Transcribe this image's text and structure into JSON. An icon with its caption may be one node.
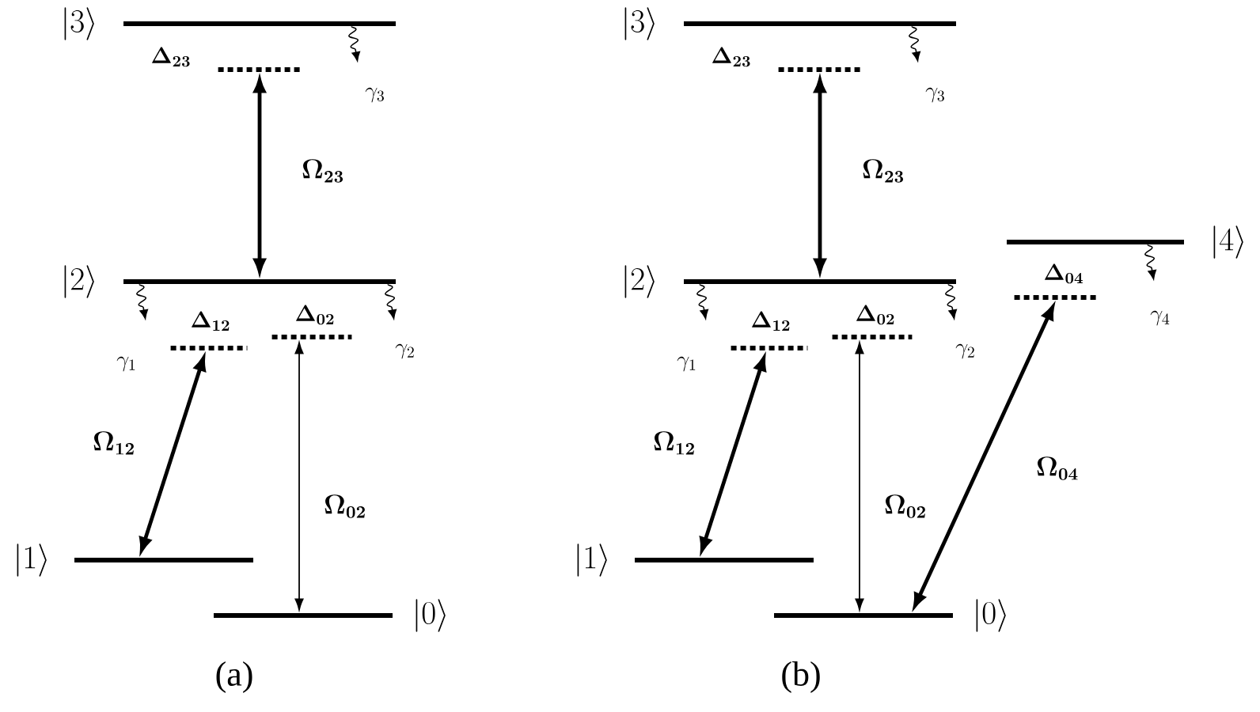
{
  "diagram": {
    "nodes": [
      {
        "text": [],
        "shape": "bar",
        "beside": [
          "|3\\rangle"
        ]
      },
      {
        "text": [
          "\\boldsymbol{\\Delta_{23}}"
        ]
      },
      {
        "text": [],
        "shape": "bar",
        "beside": [
          "|2\\rangle"
        ]
      },
      {
        "text": [
          "\\boldsymbol{\\Delta_{12}}"
        ]
      },
      {
        "text": [
          "\\boldsymbol{\\Delta_{02}}"
        ]
      },
      {
        "text": [],
        "shape": "bar",
        "beside": [
          "|1\\rangle"
        ]
      },
      {
        "text": [],
        "shape": "bar",
        "beside": [
          "|0\\rangle"
        ]
      },
      {
        "text": [],
        "shape": "bar",
        "beside": [
          "|3\\rangle"
        ]
      },
      {
        "text": [
          "\\boldsymbol{\\Delta_{23}}"
        ]
      },
      {
        "text": [],
        "shape": "bar",
        "beside": [
          "|2\\rangle"
        ]
      },
      {
        "text": [
          "\\boldsymbol{\\Delta_{12}}"
        ]
      },
      {
        "text": [
          "\\boldsymbol{\\Delta_{02}}"
        ]
      },
      {
        "text": [],
        "shape": "bar",
        "beside": [
          "|4\\rangle"
        ]
      },
      {
        "text": [
          "\\boldsymbol{\\Delta_{04}}"
        ]
      },
      {
        "text": [],
        "shape": "bar",
        "beside": [
          "|1\\rangle"
        ]
      },
      {
        "text": [],
        "shape": "bar",
        "beside": [
          "|0\\rangle"
        ]
      }
    ],
    "edges": [
      {
        "from": 1,
        "to": 2,
        "arrow": "both",
        "label": "\\boldsymbol{\\Omega_{23}}",
        "style": "thick"
      },
      {
        "from": 3,
        "to": 5,
        "arrow": "both",
        "label": "\\boldsymbol{\\Omega_{12}}",
        "style": "thick"
      },
      {
        "from": 4,
        "to": 6,
        "arrow": "both",
        "label": "\\boldsymbol{\\Omega_{02}}"
      },
      {
        "from": 0,
        "to": null,
        "arrow": "to",
        "label": "\\gamma_3"
      },
      {
        "from": 2,
        "to": null,
        "arrow": "to",
        "label": "\\gamma_1"
      },
      {
        "from": 2,
        "to": null,
        "arrow": "to",
        "label": "\\gamma_2"
      },
      {
        "from": 8,
        "to": 9,
        "arrow": "both",
        "label": "\\boldsymbol{\\Omega_{23}}",
        "style": "thick"
      },
      {
        "from": 10,
        "to": 14,
        "arrow": "both",
        "label": "\\boldsymbol{\\Omega_{12}}",
        "style": "thick"
      },
      {
        "from": 11,
        "to": 15,
        "arrow": "both",
        "label": "\\boldsymbol{\\Omega_{02}}"
      },
      {
        "from": 13,
        "to": 15,
        "arrow": "both",
        "label": "\\boldsymbol{\\Omega_{04}}",
        "style": "thick"
      },
      {
        "from": 7,
        "to": null,
        "arrow": "to",
        "label": "\\gamma_3"
      },
      {
        "from": 9,
        "to": null,
        "arrow": "to",
        "label": "\\gamma_1"
      },
      {
        "from": 9,
        "to": null,
        "arrow": "to",
        "label": "\\gamma_2"
      },
      {
        "from": 12,
        "to": null,
        "arrow": "to",
        "label": "\\gamma_4"
      }
    ],
    "labels": [
      "(a)",
      "(b)"
    ]
  }
}
